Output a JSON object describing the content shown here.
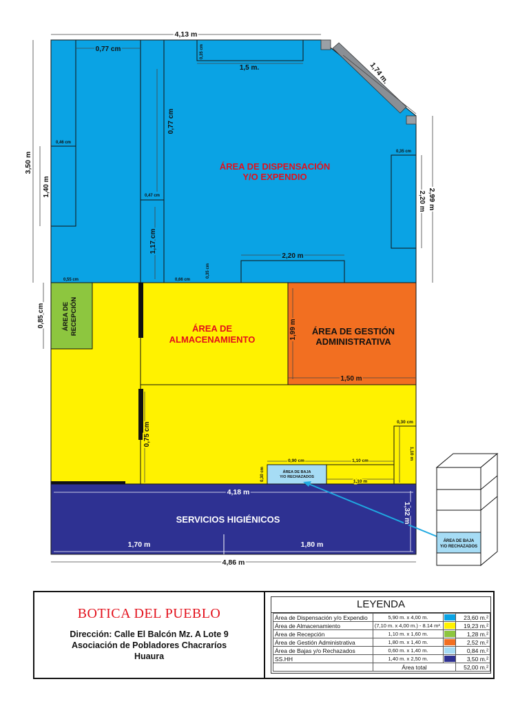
{
  "colors": {
    "dispensacion": "#0aa3e4",
    "almacenamiento": "#fff200",
    "recepcion": "#8dc63f",
    "gestion": "#f26f21",
    "baja": "#a6dcf5",
    "servicios": "#2e3192",
    "label_red": "#e3101b",
    "arrow": "#1fa9e1"
  },
  "dims": {
    "top_width": "4,13 m",
    "bottom_width": "4,86 m",
    "left_height": "3,50 m",
    "diagonal": "1,74 m.",
    "right_height": "2,99 m",
    "d077a": "0,77 cm",
    "d077b": "0,77 cm",
    "d046": "0,46 cm",
    "d140": "1,40 m",
    "d047": "0,47 cm",
    "d117": "1,17 cm",
    "d035top": "0,35 cm",
    "d15": "1,5 m.",
    "d035right": "0,35 cm",
    "d220right": "2,20 m",
    "d220bottom": "2,20 m",
    "d055": "0,55 cm",
    "d066": "0,66 cm",
    "d035mid": "0,35 cm",
    "d085": "0,85 cm",
    "d199": "1,99 m",
    "d150": "1,50 m",
    "d075": "0,75 cm",
    "d030": "0,30 cm",
    "d110v": "1,10 m",
    "d090": "0,90 cm",
    "d110cm": "1,10 cm",
    "d110m": "1,10 m",
    "d030b": "0,30 cm",
    "d418": "4,18 m",
    "d132": "1,32 m",
    "d170": "1,70 m",
    "d180": "1,80 m"
  },
  "areas": {
    "dispensacion": [
      "ÁREA DE DISPENSACIÓN",
      "Y/O EXPENDIO"
    ],
    "almacenamiento": [
      "ÁREA DE",
      "ALMACENAMIENTO"
    ],
    "gestion": [
      "ÁREA DE GESTIÓN",
      "ADMINISTRATIVA"
    ],
    "recepcion": [
      "ÁREA DE",
      "RECEPCIÓN"
    ],
    "baja": [
      "ÁREA DE BAJA",
      "Y/O RECHAZADOS"
    ],
    "servicios": "SERVICIOS HIGIÉNICOS",
    "baja_shelf": [
      "ÁREA DE BAJA",
      "Y/O RECHAZADOS"
    ]
  },
  "title": {
    "name": "BOTICA DEL PUEBLO",
    "address1": "Dirección: Calle El Balcón Mz. A Lote 9",
    "address2": "Asociación de Pobladores Chacraríos",
    "address3": "Huaura"
  },
  "legend": {
    "title": "LEYENDA",
    "rows": [
      {
        "name": "Área de Dispensación y/o Expendio",
        "dims": "5,90 m. x 4,00 m.",
        "color": "#0aa3e4",
        "value": "23,60 m.²"
      },
      {
        "name": "Área de Almacenamiento",
        "dims": "(7,10 m. x 4,00 m.) - 8.14 m².",
        "color": "#fff200",
        "value": "19,23 m.²"
      },
      {
        "name": "Área de Recepción",
        "dims": "1,10 m. x 1,60 m.",
        "color": "#8dc63f",
        "value": "1,28 m.²"
      },
      {
        "name": "Área de Gestión Administrativa",
        "dims": "1,80 m. x 1,40 m.",
        "color": "#f26f21",
        "value": "2,52 m.²"
      },
      {
        "name": "Área de Bajas y/o Rechazados",
        "dims": "0,60 m. x 1,40 m.",
        "color": "#a6dcf5",
        "value": "0,84 m.²"
      },
      {
        "name": "SS.HH",
        "dims": "1,40 m. x 2,50 m.",
        "color": "#2e3192",
        "value": "3,50 m.²"
      }
    ],
    "total_label": "Área total",
    "total_value": "52,00 m.²"
  }
}
